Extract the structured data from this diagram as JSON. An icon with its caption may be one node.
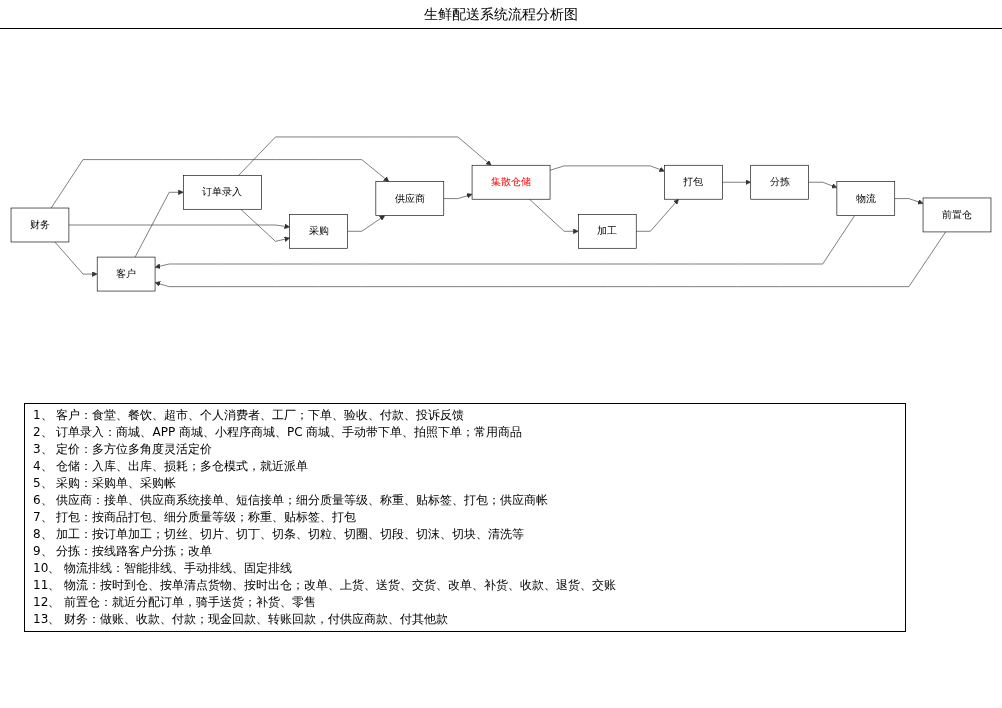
{
  "diagram": {
    "title": "生鲜配送系统流程分析图",
    "nodes": [
      {
        "text": [
          "财务"
        ]
      },
      {
        "text": [
          "客户"
        ]
      },
      {
        "text": [
          "订单录入"
        ]
      },
      {
        "text": [
          "采购"
        ]
      },
      {
        "text": [
          "供应商"
        ]
      },
      {
        "text": [
          "集散仓储"
        ]
      },
      {
        "text": [
          "打包"
        ]
      },
      {
        "text": [
          "分拣"
        ]
      },
      {
        "text": [
          "物流"
        ]
      },
      {
        "text": [
          "加工"
        ]
      },
      {
        "text": [
          "前置仓"
        ]
      }
    ],
    "edges": [
      {
        "from": 0,
        "to": 1,
        "arrow": "to"
      },
      {
        "from": 0,
        "to": 3,
        "arrow": "to"
      },
      {
        "from": 0,
        "to": 4,
        "arrow": "to"
      },
      {
        "from": 1,
        "to": 2,
        "arrow": "to"
      },
      {
        "from": 2,
        "to": 3,
        "arrow": "to"
      },
      {
        "from": 2,
        "to": 5,
        "arrow": "to"
      },
      {
        "from": 3,
        "to": 4,
        "arrow": "to"
      },
      {
        "from": 4,
        "to": 5,
        "arrow": "to"
      },
      {
        "from": 5,
        "to": 6,
        "arrow": "to"
      },
      {
        "from": 5,
        "to": 9,
        "arrow": "to"
      },
      {
        "from": 9,
        "to": 6,
        "arrow": "to"
      },
      {
        "from": 6,
        "to": 7,
        "arrow": "to"
      },
      {
        "from": 7,
        "to": 8,
        "arrow": "to"
      },
      {
        "from": 8,
        "to": 1,
        "arrow": "to"
      },
      {
        "from": 8,
        "to": 10,
        "arrow": "to"
      },
      {
        "from": 10,
        "to": 1,
        "arrow": "to"
      }
    ],
    "labels": [
      "1、 客户：食堂、餐饮、超市、个人消费者、工厂；下单、验收、付款、投诉反馈",
      "2、 订单录入：商城、APP 商城、小程序商城、PC 商城、手动带下单、拍照下单；常用商品",
      "3、 定价：多方位多角度灵活定价",
      "4、 仓储：入库、出库、损耗；多仓模式，就近派单",
      "5、 采购：采购单、采购帐",
      "6、 供应商：接单、供应商系统接单、短信接单；细分质量等级、称重、贴标签、打包；供应商帐",
      "7、 打包：按商品打包、细分质量等级；称重、贴标签、打包",
      "8、 加工：按订单加工；切丝、切片、切丁、切条、切粒、切圈、切段、切沫、切块、清洗等",
      "9、 分拣：按线路客户分拣；改单",
      "10、 物流排线：智能排线、手动排线、固定排线",
      "11、 物流：按时到仓、按单清点货物、按时出仓；改单、上货、送货、交货、改单、补货、收款、退货、交账",
      "12、 前置仓：就近分配订单，骑手送货；补货、零售",
      "13、 财务：做账、收款、付款；现金回款、转账回款，付供应商款、付其他款"
    ]
  }
}
